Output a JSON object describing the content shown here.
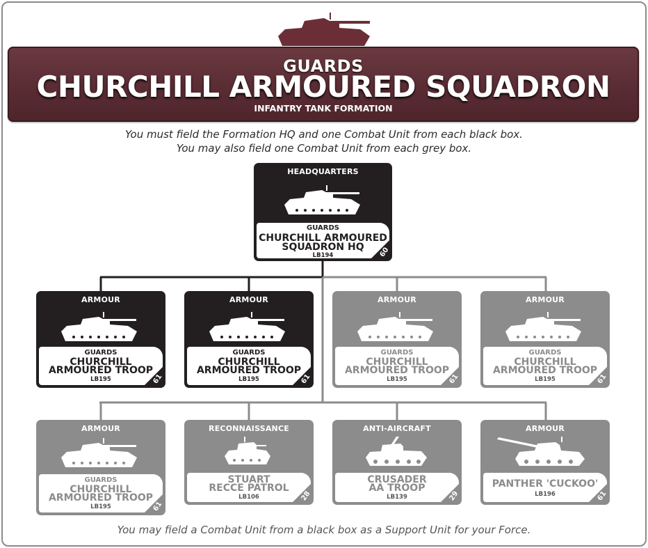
{
  "header": {
    "subtitle": "GUARDS",
    "title": "CHURCHILL ARMOURED SQUADRON",
    "formation_type": "INFANTRY TANK FORMATION"
  },
  "instructions": {
    "line1": "You must field the Formation HQ and one Combat Unit from each black box.",
    "line2": "You may also field one Combat Unit from each grey box."
  },
  "hq": {
    "category": "HEADQUARTERS",
    "nation": "GUARDS",
    "unit_line1": "CHURCHILL ARMOURED",
    "unit_line2": "SQUADRON HQ",
    "code": "LB194",
    "page": "60",
    "style": "black"
  },
  "row1": [
    {
      "category": "ARMOUR",
      "nation": "GUARDS",
      "unit_line1": "CHURCHILL",
      "unit_line2": "ARMOURED TROOP",
      "code": "LB195",
      "page": "61",
      "style": "black"
    },
    {
      "category": "ARMOUR",
      "nation": "GUARDS",
      "unit_line1": "CHURCHILL",
      "unit_line2": "ARMOURED TROOP",
      "code": "LB195",
      "page": "61",
      "style": "black"
    },
    {
      "category": "ARMOUR",
      "nation": "GUARDS",
      "unit_line1": "CHURCHILL",
      "unit_line2": "ARMOURED TROOP",
      "code": "LB195",
      "page": "61",
      "style": "grey"
    },
    {
      "category": "ARMOUR",
      "nation": "GUARDS",
      "unit_line1": "CHURCHILL",
      "unit_line2": "ARMOURED TROOP",
      "code": "LB195",
      "page": "61",
      "style": "grey"
    }
  ],
  "row2": [
    {
      "category": "ARMOUR",
      "nation": "GUARDS",
      "unit_line1": "CHURCHILL",
      "unit_line2": "ARMOURED TROOP",
      "code": "LB195",
      "page": "61",
      "style": "grey"
    },
    {
      "category": "RECONNAISSANCE",
      "nation": "",
      "unit_line1": "STUART",
      "unit_line2": "RECCE PATROL",
      "code": "LB106",
      "page": "28",
      "style": "grey"
    },
    {
      "category": "ANTI-AIRCRAFT",
      "nation": "",
      "unit_line1": "CRUSADER",
      "unit_line2": "AA TROOP",
      "code": "LB139",
      "page": "29",
      "style": "grey"
    },
    {
      "category": "ARMOUR",
      "nation": "",
      "unit_line1": "PANTHER 'CUCKOO'",
      "unit_line2": "",
      "code": "LB196",
      "page": "61",
      "style": "grey"
    }
  ],
  "footer": {
    "note": "You may field a Combat Unit from a black box as a Support Unit for your Force."
  },
  "colors": {
    "banner": "#5a2c33",
    "black_box": "#231f20",
    "grey_box": "#8c8c8c",
    "black_line": "#231f20",
    "grey_line": "#8c8c8c"
  },
  "icons": {
    "header": "churchill-tank-icon",
    "hq": "churchill-tank-icon",
    "armour": "churchill-tank-icon",
    "stuart": "stuart-tank-icon",
    "crusader": "crusader-aa-tank-icon",
    "panther": "panther-tank-icon"
  }
}
